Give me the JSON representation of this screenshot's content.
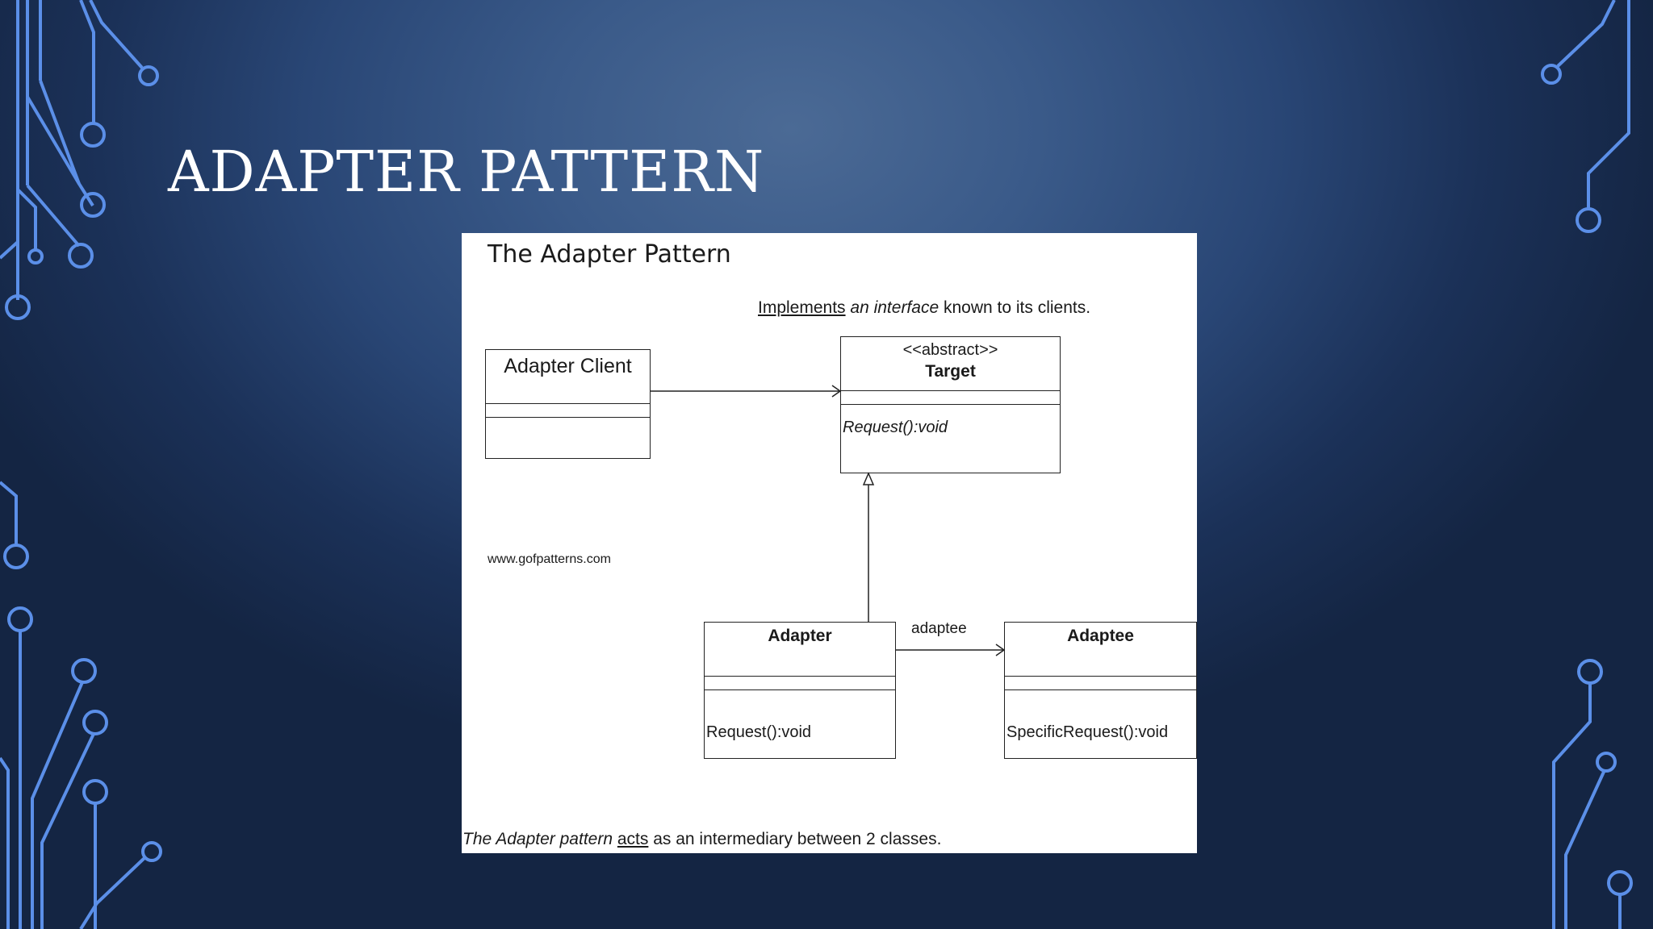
{
  "slide": {
    "title": "ADAPTER PATTERN",
    "colors": {
      "background_center": "#4b6a95",
      "background_edge": "#142543",
      "circuit_lines": "#5b8fe8"
    }
  },
  "diagram": {
    "heading": "The Adapter Pattern",
    "description": {
      "part1": "Implements",
      "part2": "an interface",
      "part3": "known to its clients."
    },
    "watermark": "www.gofpatterns.com",
    "caption": {
      "part1": "The Adapter pattern",
      "part2": "acts",
      "part3": "as an intermediary between 2 classes."
    },
    "classes": {
      "client": {
        "name": "Adapter Client"
      },
      "target": {
        "stereotype": "<<abstract>>",
        "name": "Target",
        "method": "Request():void"
      },
      "adapter": {
        "name": "Adapter",
        "method": "Request():void"
      },
      "adaptee": {
        "name": "Adaptee",
        "method": "SpecificRequest():void"
      }
    },
    "relations": {
      "association_label": "adaptee"
    }
  }
}
